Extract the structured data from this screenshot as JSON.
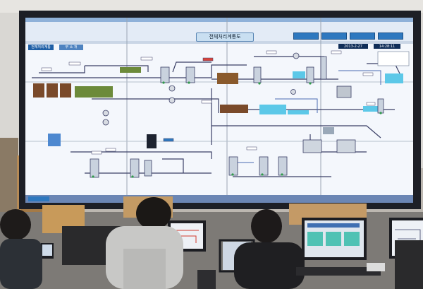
{
  "wall": {
    "title": "전체처리계통도",
    "tab_main": "전체처리계통",
    "tab_second": "부 소 개",
    "date_readout": "2013-2-27",
    "time_readout": "14:28:11",
    "colors": {
      "screen_bg": "#f4f7fc",
      "header_bar": "#2a5fa7",
      "pipe": "#3a3f66",
      "tank_brown": "#7a4a2a",
      "tank_green": "#6c8a3a",
      "tank_cyan": "#5cc8e8",
      "accent_blue": "#2e78bf"
    }
  },
  "monitors": [
    {
      "id": "left-monitor",
      "icon": "process-diagram"
    },
    {
      "id": "center-monitor",
      "icon": "teal-panels"
    },
    {
      "id": "right-monitor",
      "icon": "process-diagram"
    }
  ]
}
